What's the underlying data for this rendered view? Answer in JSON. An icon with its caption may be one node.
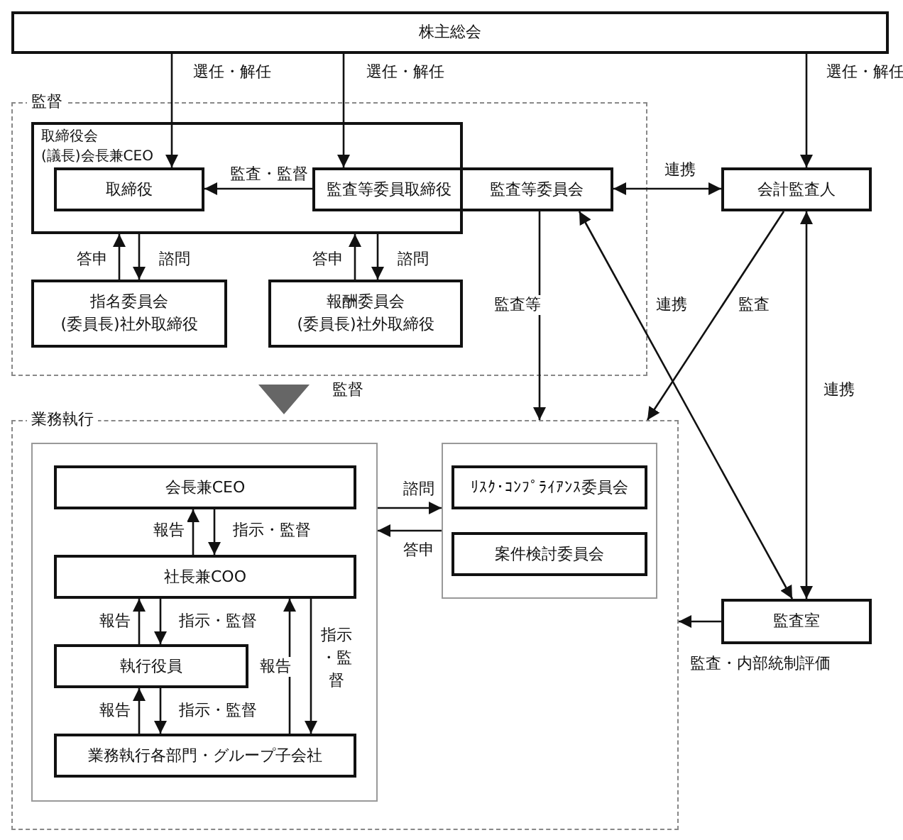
{
  "diagram": {
    "nodes": [
      {
        "text": [
          "株主総会"
        ]
      },
      {
        "text": [
          "監督"
        ]
      },
      {
        "text": [
          "取締役会",
          "(議長)会長兼CEO"
        ],
        "in": 1
      },
      {
        "text": [
          "取締役"
        ],
        "in": 2
      },
      {
        "text": [
          "監査等委員取締役",
          "監査等委員会"
        ],
        "in": 1
      },
      {
        "text": [
          "指名委員会",
          "(委員長)社外取締役"
        ],
        "in": 1
      },
      {
        "text": [
          "報酬委員会",
          "(委員長)社外取締役"
        ],
        "in": 1
      },
      {
        "text": [
          "会計監査人"
        ]
      },
      {
        "text": [
          "業務執行"
        ]
      },
      {
        "text": [],
        "shape": "box",
        "in": 8
      },
      {
        "text": [
          "会長兼CEO"
        ],
        "in": 9
      },
      {
        "text": [
          "社長兼COO"
        ],
        "in": 9
      },
      {
        "text": [
          "執行役員"
        ],
        "in": 9
      },
      {
        "text": [
          "業務執行各部門・グループ子会社"
        ],
        "in": 9
      },
      {
        "text": [],
        "shape": "box",
        "in": 8
      },
      {
        "text": [
          "ﾘｽｸ･ｺﾝﾌﾟﾗｲｱﾝｽ委員会"
        ],
        "in": 14
      },
      {
        "text": [
          "案件検討委員会"
        ],
        "in": 14
      },
      {
        "text": [
          "監査室"
        ]
      }
    ],
    "edges": [
      {
        "from": 0,
        "to": 3,
        "arrow": "to",
        "label": "選任・解任"
      },
      {
        "from": 0,
        "to": 4,
        "arrow": "to",
        "label": "選任・解任"
      },
      {
        "from": 0,
        "to": 7,
        "arrow": "to",
        "label": "選任・解任"
      },
      {
        "from": 4,
        "to": 3,
        "arrow": "to",
        "label": "監査・監督"
      },
      {
        "from": 4,
        "to": 7,
        "arrow": "both",
        "label": "連携"
      },
      {
        "from": 4,
        "to": 8,
        "arrow": "to",
        "label": "監査等"
      },
      {
        "from": 7,
        "to": 8,
        "arrow": "to",
        "label": "監査"
      },
      {
        "from": 17,
        "to": 4,
        "arrow": "both",
        "label": "連携"
      },
      {
        "from": 7,
        "to": 17,
        "arrow": "both",
        "label": "連携"
      },
      {
        "from": 5,
        "to": 2,
        "arrow": "to",
        "label": "答申"
      },
      {
        "from": 2,
        "to": 5,
        "arrow": "to",
        "label": "諮問"
      },
      {
        "from": 6,
        "to": 2,
        "arrow": "to",
        "label": "答申"
      },
      {
        "from": 2,
        "to": 6,
        "arrow": "to",
        "label": "諮問"
      },
      {
        "from": 1,
        "to": 8,
        "arrow": "to",
        "label": "監督",
        "style": "thick",
        "color": "#666666"
      },
      {
        "from": 9,
        "to": 14,
        "arrow": "to",
        "label": "諮問"
      },
      {
        "from": 14,
        "to": 9,
        "arrow": "to",
        "label": "答申"
      },
      {
        "from": 11,
        "to": 10,
        "arrow": "to",
        "label": "報告"
      },
      {
        "from": 10,
        "to": 11,
        "arrow": "to",
        "label": "指示・監督"
      },
      {
        "from": 12,
        "to": 11,
        "arrow": "to",
        "label": "報告"
      },
      {
        "from": 11,
        "to": 12,
        "arrow": "to",
        "label": "指示・監督"
      },
      {
        "from": 13,
        "to": 12,
        "arrow": "to",
        "label": "報告"
      },
      {
        "from": 12,
        "to": 13,
        "arrow": "to",
        "label": "指示・監督"
      },
      {
        "from": 13,
        "to": 11,
        "arrow": "to",
        "label": "報告"
      },
      {
        "from": 11,
        "to": 13,
        "arrow": "to",
        "label": "指示・監督"
      },
      {
        "from": 17,
        "to": 8,
        "arrow": "to",
        "label": "監査・内部統制評価"
      }
    ]
  }
}
